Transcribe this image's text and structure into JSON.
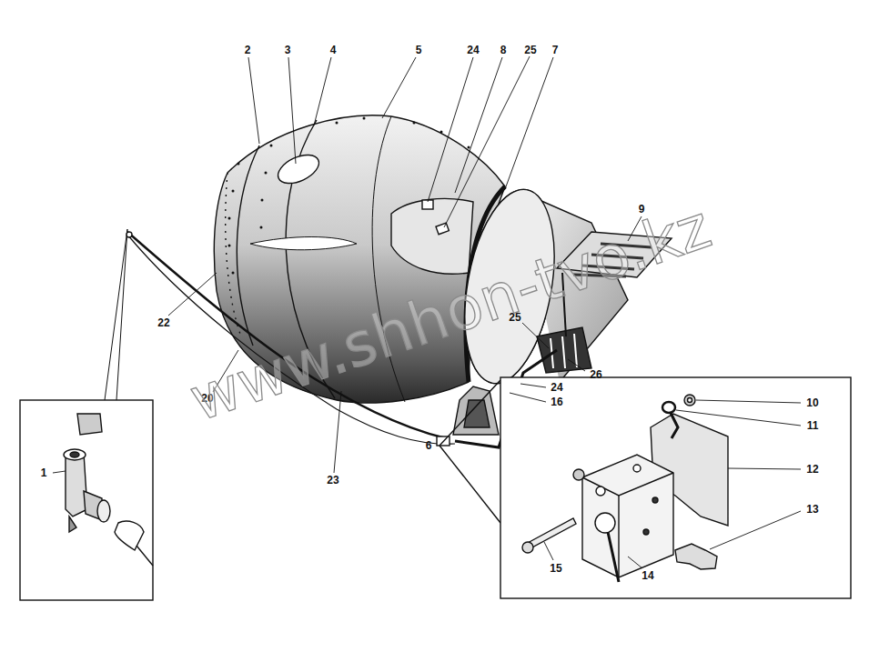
{
  "diagram": {
    "labels": [
      "2",
      "3",
      "4",
      "5",
      "24",
      "8",
      "25",
      "7",
      "9",
      "22",
      "20",
      "1",
      "23",
      "25",
      "26",
      "24",
      "16",
      "6",
      "10",
      "11",
      "12",
      "13",
      "15",
      "14",
      "www.shhon-tvo.kz"
    ]
  }
}
